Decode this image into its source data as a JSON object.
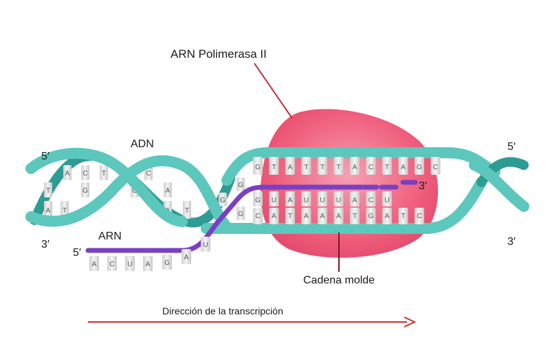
{
  "labels": {
    "polymerase": "ARN Polimerasa II",
    "dna": "ADN",
    "rna": "ARN",
    "template_strand": "Cadena molde",
    "direction": "Dirección de la transcripción",
    "five_prime_left": "5′",
    "three_prime_left": "3′",
    "five_prime_right": "5′",
    "three_prime_right": "3′",
    "five_prime_rna": "5′",
    "three_prime_rna": "3′"
  },
  "bases": {
    "left_upper": [
      "A",
      "C",
      "T",
      "C"
    ],
    "left_mid": [
      "T",
      "G",
      "G",
      "A"
    ],
    "left_lower": [
      "A",
      "T",
      "A",
      "T"
    ],
    "coding_strand": [
      "G",
      "T",
      "A",
      "T",
      "T",
      "T",
      "A",
      "C",
      "T",
      "A",
      "G",
      "C"
    ],
    "rna_inside": [
      "G",
      "U",
      "A",
      "U",
      "U",
      "U",
      "A",
      "C",
      "U"
    ],
    "template_inside": [
      "C",
      "A",
      "T",
      "A",
      "A",
      "A",
      "T",
      "G",
      "A",
      "T",
      "C"
    ],
    "rna_tail": [
      "A",
      "C",
      "U",
      "A",
      "G",
      "A",
      "U"
    ],
    "left_small": [
      "G",
      "G",
      "G"
    ]
  },
  "colors": {
    "helix": "#5cc7bd",
    "helix_dark": "#2e9c92",
    "polymerase": "#f0607e",
    "rna": "#7a3fc2",
    "template_line": "#7a1325",
    "pointer": "#c0303a",
    "arrow": "#d42a2a"
  }
}
